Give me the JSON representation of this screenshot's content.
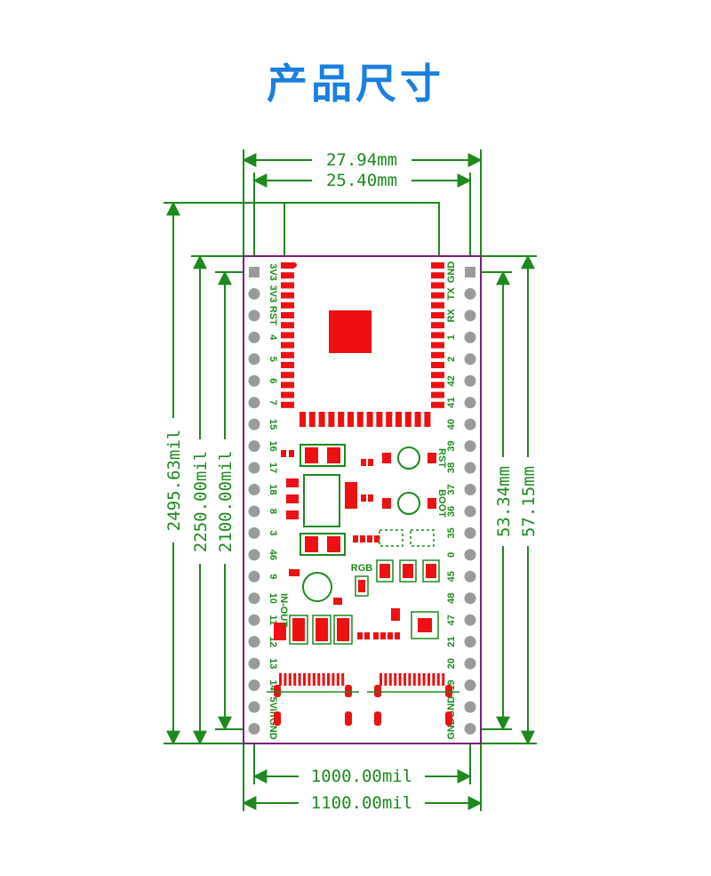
{
  "title": "产品尺寸",
  "colors": {
    "title": "#1a7fe0",
    "dimension": "#1c8a1c",
    "board_outline": "#7a1f7a",
    "copper": "#ee1111",
    "pad": "#9a9a9a",
    "label": "#1c8a1c"
  },
  "dimensions": {
    "top_outer": "27.94mm",
    "top_inner": "25.40mm",
    "left_outer": "2495.63mil",
    "left_mid": "2250.00mil",
    "left_inner": "2100.00mil",
    "right_inner": "53.34mm",
    "right_outer": "57.15mm",
    "bottom_inner": "1000.00mil",
    "bottom_outer": "1100.00mil"
  },
  "left_pins": [
    "3V3",
    "3V3",
    "RST",
    "4",
    "5",
    "6",
    "7",
    "15",
    "16",
    "17",
    "18",
    "8",
    "3",
    "46",
    "9",
    "10",
    "11",
    "12",
    "13",
    "14",
    "5Vin",
    "GND"
  ],
  "right_pins": [
    "GND",
    "TX",
    "RX",
    "1",
    "2",
    "42",
    "41",
    "40",
    "39",
    "38",
    "37",
    "36",
    "35",
    "0",
    "45",
    "48",
    "47",
    "21",
    "20",
    "19",
    "GND",
    "GND"
  ],
  "silkscreen": {
    "rst": "RST",
    "boot": "BOOT",
    "rgb": "RGB",
    "in_out": "IN-OUT"
  }
}
